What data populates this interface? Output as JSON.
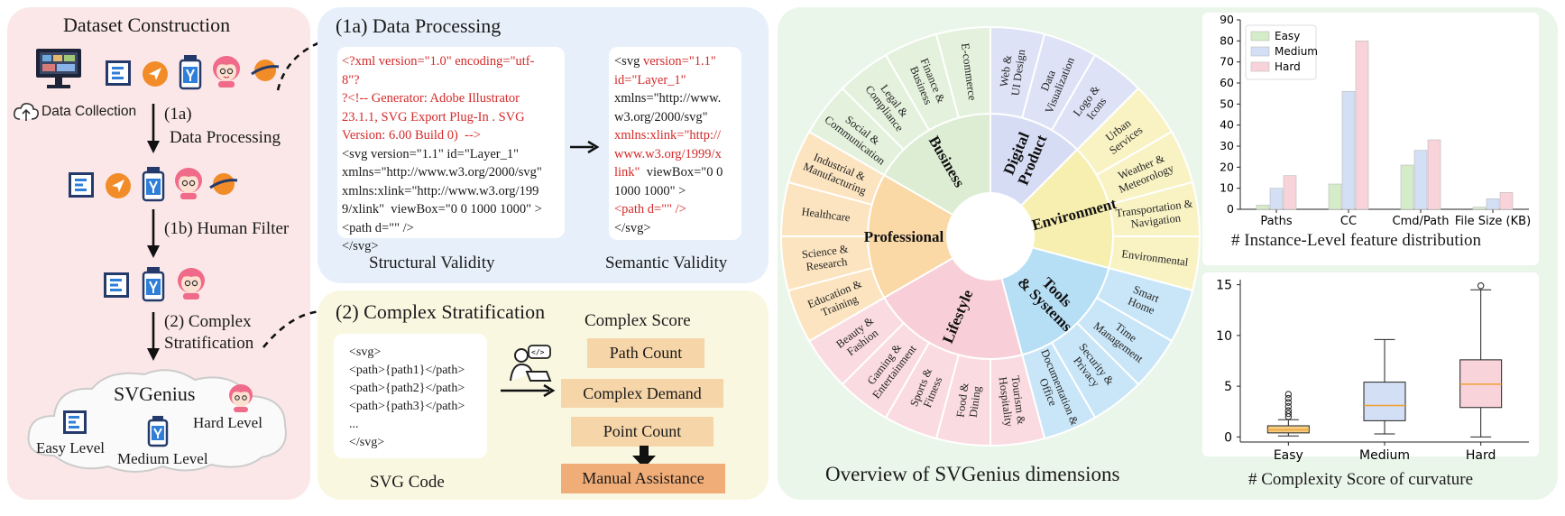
{
  "left": {
    "title": "Dataset Construction",
    "data_collection": "Data Collection",
    "step1a_num": "(1a)",
    "step1a_label": "Data Processing",
    "step1b": "(1b) Human Filter",
    "step2_line1": "(2) Complex",
    "step2_line2": "Stratification",
    "cloud_title": "SVGenius",
    "easy": "Easy Level",
    "medium": "Medium Level",
    "hard": "Hard Level"
  },
  "processing": {
    "title": "(1a) Data Processing",
    "structural_code": [
      {
        "text": "<?xml version=\"1.0\" encoding=\"utf-",
        "red": true
      },
      {
        "text": "8\"?",
        "red": true
      },
      {
        "text": "?<!-- Generator: Adobe Illustrator",
        "red": true
      },
      {
        "text": "23.1.1, SVG Export Plug-In . SVG",
        "red": true
      },
      {
        "text": "Version: 6.00 Build 0)  -->",
        "red": true
      },
      {
        "text": "<svg version=\"1.1\" id=\"Layer_1\"",
        "red": false
      },
      {
        "text": "xmlns=\"http://www.w3.org/2000/svg\"",
        "red": false
      },
      {
        "text": "xmlns:xlink=\"http://www.w3.org/199",
        "red": false
      },
      {
        "text": "9/xlink\"  viewBox=\"0 0 1000 1000\" >",
        "red": false
      },
      {
        "text": "<path d=\"\" />",
        "red": false
      },
      {
        "text": "</svg>",
        "red": false
      }
    ],
    "semantic_code": [
      [
        {
          "text": "<svg ",
          "red": false
        },
        {
          "text": "version=\"1.1\"",
          "red": true
        }
      ],
      [
        {
          "text": "id=\"Layer_1\"",
          "red": true
        }
      ],
      [
        {
          "text": "xmlns=\"http://www.",
          "red": false
        }
      ],
      [
        {
          "text": "w3.org/2000/svg\"",
          "red": false
        }
      ],
      [
        {
          "text": "xmlns:xlink=\"http://",
          "red": true
        }
      ],
      [
        {
          "text": "www.w3.org/1999/x",
          "red": true
        }
      ],
      [
        {
          "text": "link\"",
          "red": true
        },
        {
          "text": "  viewBox=\"0 0",
          "red": false
        }
      ],
      [
        {
          "text": "1000 1000\" >",
          "red": false
        }
      ],
      [
        {
          "text": "<path d=\"\" />",
          "red": true
        }
      ],
      [
        {
          "text": "</svg>",
          "red": false
        }
      ]
    ],
    "structural_label": "Structural Validity",
    "semantic_label": "Semantic Validity"
  },
  "stratification": {
    "title": "(2) Complex Stratification",
    "code": [
      "<svg>",
      "<path>{path1}</path>",
      "<path>{path2}</path>",
      "<path>{path3}</path>",
      "...",
      "</svg>"
    ],
    "code_label": "SVG Code",
    "score_title": "Complex Score",
    "score_items": [
      "Path Count",
      "Complex Demand",
      "Point Count"
    ],
    "manual": "Manual Assistance"
  },
  "wheel": {
    "caption": "Overview of SVGenius dimensions",
    "categories": [
      {
        "name": "Digital Product",
        "color": "#d6dcf3",
        "outer": "#dde2f6",
        "subs": [
          "Web & UI Design",
          "Data Visualization",
          "Logo & Icons"
        ]
      },
      {
        "name": "Environment",
        "color": "#f7efb0",
        "outer": "#f9f3c4",
        "subs": [
          "Urban Services",
          "Weather & Meteorology",
          "Transportation & Navigation",
          "Environmental"
        ]
      },
      {
        "name": "Tools & Systems",
        "color": "#b6def5",
        "outer": "#c9e6f8",
        "subs": [
          "Smart Home",
          "Time Management",
          "Security & Privacy",
          "Documentation & Office"
        ]
      },
      {
        "name": "Lifestyle",
        "color": "#f8cfd8",
        "outer": "#fadbe2",
        "subs": [
          "Tourism & Hospitality",
          "Food & Dining",
          "Sports & Fitness",
          "Gaming & Entertainment",
          "Beauty & Fashion"
        ]
      },
      {
        "name": "Professional",
        "color": "#fbd9a6",
        "outer": "#fce4c0",
        "subs": [
          "Education & Training",
          "Science & Research",
          "Healthcare",
          "Industrial & Manufacturing"
        ]
      },
      {
        "name": "Business",
        "color": "#dcedd3",
        "outer": "#e4f1dc",
        "subs": [
          "Social & Communication",
          "Legal & Compliance",
          "Finance & Business",
          "E-commerce"
        ]
      }
    ]
  },
  "chart_data": [
    {
      "type": "bar",
      "title": "# Instance-Level feature distribution",
      "categories": [
        "Paths",
        "CC",
        "Cmd/Path",
        "File Size (KB)"
      ],
      "series": [
        {
          "name": "Easy",
          "values": [
            2,
            12,
            21,
            1
          ],
          "color": "#d5ecc9"
        },
        {
          "name": "Medium",
          "values": [
            10,
            56,
            28,
            5
          ],
          "color": "#d3dff4"
        },
        {
          "name": "Hard",
          "values": [
            16,
            80,
            33,
            8
          ],
          "color": "#f8d3da"
        }
      ],
      "ylim": [
        0,
        90
      ],
      "yticks": [
        0,
        10,
        20,
        30,
        40,
        50,
        60,
        70,
        80,
        90
      ],
      "legend": "top-left",
      "grid": false
    },
    {
      "type": "box",
      "title": "# Complexity Score of curvature",
      "categories": [
        "Easy",
        "Medium",
        "Hard"
      ],
      "boxes": [
        {
          "whislo": 0.1,
          "q1": 0.4,
          "median": 0.7,
          "q3": 1.1,
          "whishi": 1.7,
          "fliers": [
            2.0,
            2.3,
            2.6,
            3.0,
            3.4,
            3.8,
            4.2
          ],
          "color": "#f5ce86"
        },
        {
          "whislo": 0.3,
          "q1": 1.6,
          "median": 3.1,
          "q3": 5.4,
          "whishi": 9.6,
          "fliers": [],
          "color": "#d3dff4"
        },
        {
          "whislo": 0.0,
          "q1": 2.9,
          "median": 5.2,
          "q3": 7.6,
          "whishi": 14.5,
          "fliers": [
            14.9
          ],
          "color": "#f8d3da"
        }
      ],
      "ylim": [
        -0.5,
        15.5
      ],
      "yticks": [
        0,
        5,
        10,
        15
      ],
      "median_color": "#f0a030"
    }
  ],
  "colors": {
    "left_bg": "#fbe7e7",
    "proc_bg": "#e7f0fa",
    "strat_bg": "#faf7e1",
    "right_bg": "#ebf6ea",
    "red_code": "#d42a2a"
  }
}
